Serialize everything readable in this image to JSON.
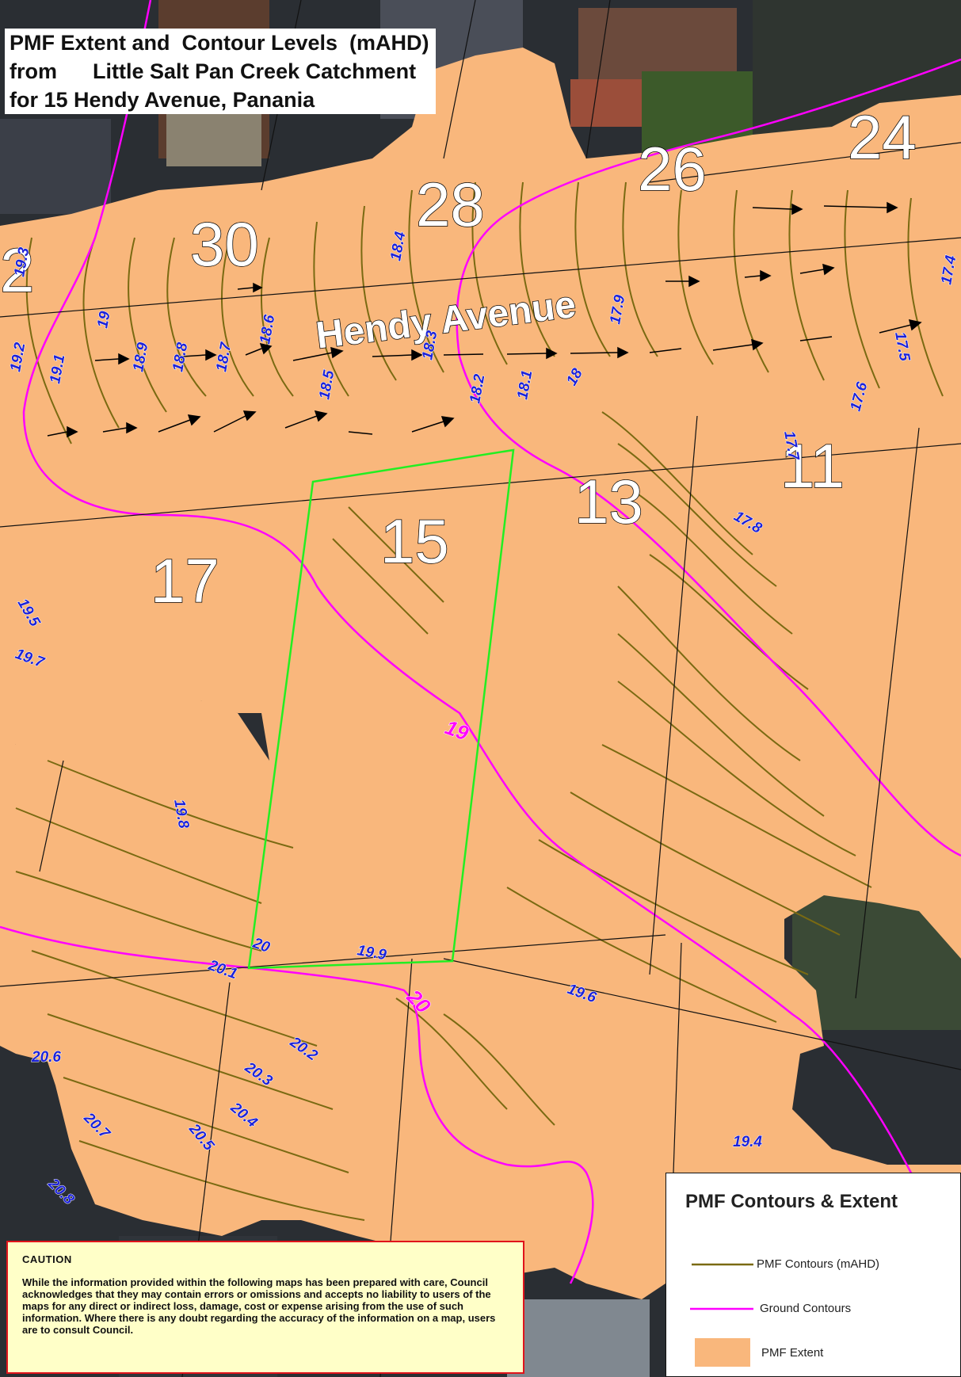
{
  "title": {
    "line1": "PMF Extent and  Contour Levels  (mAHD)",
    "line2": "from      Little Salt Pan Creek Catchment",
    "line3": "for 15 Hendy Avenue, Panania"
  },
  "street_name": "Hendy Avenue",
  "lot_numbers": [
    "2",
    "30",
    "28",
    "26",
    "24",
    "17",
    "15",
    "13",
    "11"
  ],
  "contour_labels": [
    "19.3",
    "19.2",
    "19.1",
    "19",
    "18.9",
    "18.8",
    "18.7",
    "18.6",
    "18.5",
    "18.4",
    "18.3",
    "18.2",
    "18.1",
    "18",
    "17.9",
    "17.8",
    "17.7",
    "17.6",
    "17.5",
    "17.4",
    "19.5",
    "19.7",
    "19.8",
    "19.9",
    "20",
    "20.1",
    "20.2",
    "20.3",
    "20.4",
    "20.5",
    "20.6",
    "20.7",
    "20.8",
    "19.4",
    "19.6"
  ],
  "ground_contour_labels": [
    "19",
    "20"
  ],
  "caution": {
    "heading": "CAUTION",
    "body": "While the information provided within the following maps has been prepared with care, Council acknowledges that they may contain errors or omissions and accepts no liability to users of the maps for any direct or indirect loss, damage, cost or expense arising from the use of such information. Where there is any doubt regarding the accuracy of the information on a map, users are to consult Council."
  },
  "legend": {
    "title": "PMF Contours & Extent",
    "items": [
      {
        "label": "PMF Contours (mAHD)",
        "symbol": "line",
        "color": "#7a6a12"
      },
      {
        "label": "Ground Contours",
        "symbol": "line",
        "color": "#ff00ff"
      },
      {
        "label": "PMF Extent",
        "symbol": "fill",
        "color": "#f9b77c"
      }
    ]
  },
  "colors": {
    "pmf_extent": "#f9b77c",
    "pmf_contour": "#7a6a12",
    "ground_contour": "#ff00ff",
    "property_boundary": "#22ee22",
    "label_blue": "#1c22d8",
    "caution_border": "#e0131b",
    "caution_fill": "#ffffc8"
  }
}
